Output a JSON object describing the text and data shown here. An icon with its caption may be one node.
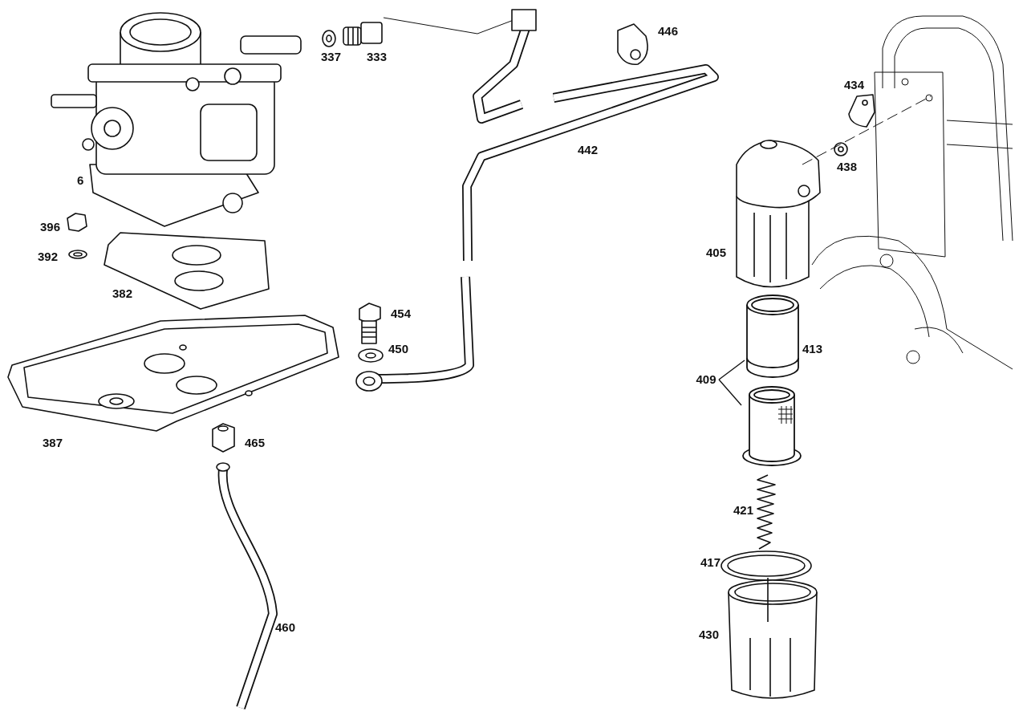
{
  "diagram": {
    "nodes": [
      {
        "text": [
          "409"
        ]
      },
      {
        "text": [],
        "shape": "picture"
      },
      {
        "text": [],
        "shape": "picture"
      }
    ],
    "edges": [
      {
        "from": 0,
        "to": 1,
        "arrow": "none"
      },
      {
        "from": 0,
        "to": 2,
        "arrow": "none"
      }
    ],
    "labels": [
      "337",
      "333",
      "446",
      "434",
      "442",
      "438",
      "6",
      "396",
      "392",
      "405",
      "382",
      "454",
      "450",
      "413",
      "387",
      "465",
      "421",
      "417",
      "460",
      "430"
    ]
  }
}
